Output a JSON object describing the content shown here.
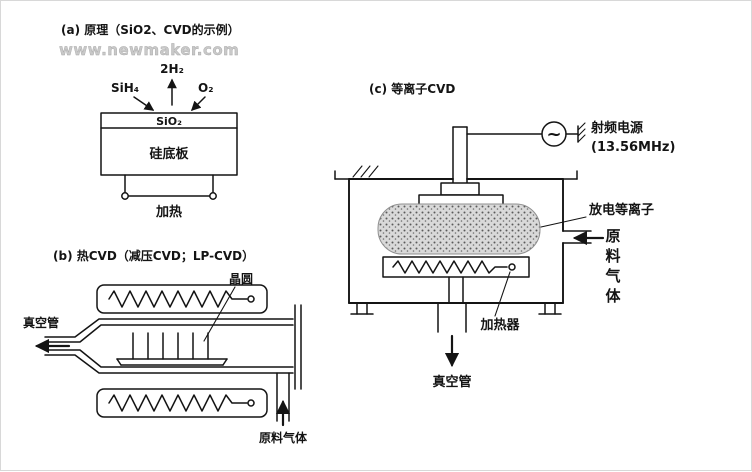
{
  "watermark": "www.newmaker.com",
  "panels": {
    "a": {
      "title": "(a) 原理（SiO2、CVD的示例）",
      "product_gas": "2H₂",
      "reactant_left": "SiH₄",
      "reactant_right": "O₂",
      "film_layer": "SiO₂",
      "substrate": "硅底板",
      "heat_label": "加热"
    },
    "b": {
      "title": "(b) 热CVD（减压CVD；LP-CVD）",
      "vacuum_label": "真空管",
      "wafer_label": "晶圆",
      "gas_label": "原料气体"
    },
    "c": {
      "title": "(c) 等离子CVD",
      "rf_symbol": "~",
      "rf_power_label": "射频电源",
      "rf_freq_label": "(13.56MHz)",
      "plasma_label": "放电等离子",
      "gas_chars": [
        "原",
        "料",
        "气",
        "体"
      ],
      "heater_label": "加热器",
      "vacuum_label": "真空管"
    }
  }
}
